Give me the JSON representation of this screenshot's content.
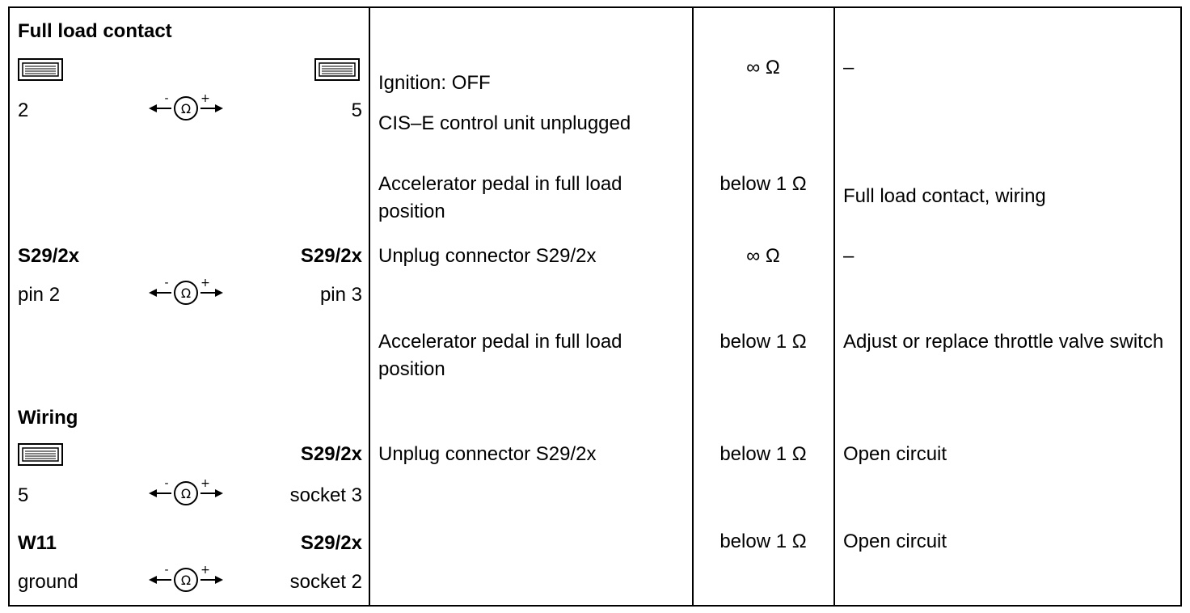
{
  "left": {
    "full_load": {
      "heading": "Full load contact",
      "row1": {
        "left_pin": "2",
        "right_pin": "5"
      },
      "row2": {
        "left_conn": "S29/2x",
        "right_conn": "S29/2x",
        "left_pin": "pin 2",
        "right_pin": "pin 3"
      }
    },
    "wiring": {
      "heading": "Wiring",
      "row1": {
        "right_conn": "S29/2x",
        "left_pin": "5",
        "right_pin": "socket 3"
      },
      "row2": {
        "left_conn": "W11",
        "right_conn": "S29/2x",
        "left_pin": "ground",
        "right_pin": "socket 2"
      }
    },
    "meter": {
      "minus": "-",
      "plus": "+",
      "symbol": "Ω"
    },
    "icons": {
      "control_unit": "control-unit-connector-icon",
      "meter": "ohmmeter-icon"
    }
  },
  "conditions": {
    "c1_line1": "Ignition: OFF",
    "c1_line2": "CIS–E control unit unplugged",
    "c2": "Accelerator pedal in full load position",
    "c3": "Unplug connector S29/2x",
    "c4": "Accelerator pedal in full load position",
    "c5": "Unplug connector S29/2x"
  },
  "values": {
    "v1": "∞ Ω",
    "v2": "below 1 Ω",
    "v3": "∞ Ω",
    "v4": "below 1 Ω",
    "v5": "below 1 Ω",
    "v6": "below 1 Ω"
  },
  "remedies": {
    "r1": "–",
    "r2": "Full load contact, wiring",
    "r3": "–",
    "r4": "Adjust or replace throttle valve switch",
    "r5": "Open circuit",
    "r6": "Open circuit"
  }
}
